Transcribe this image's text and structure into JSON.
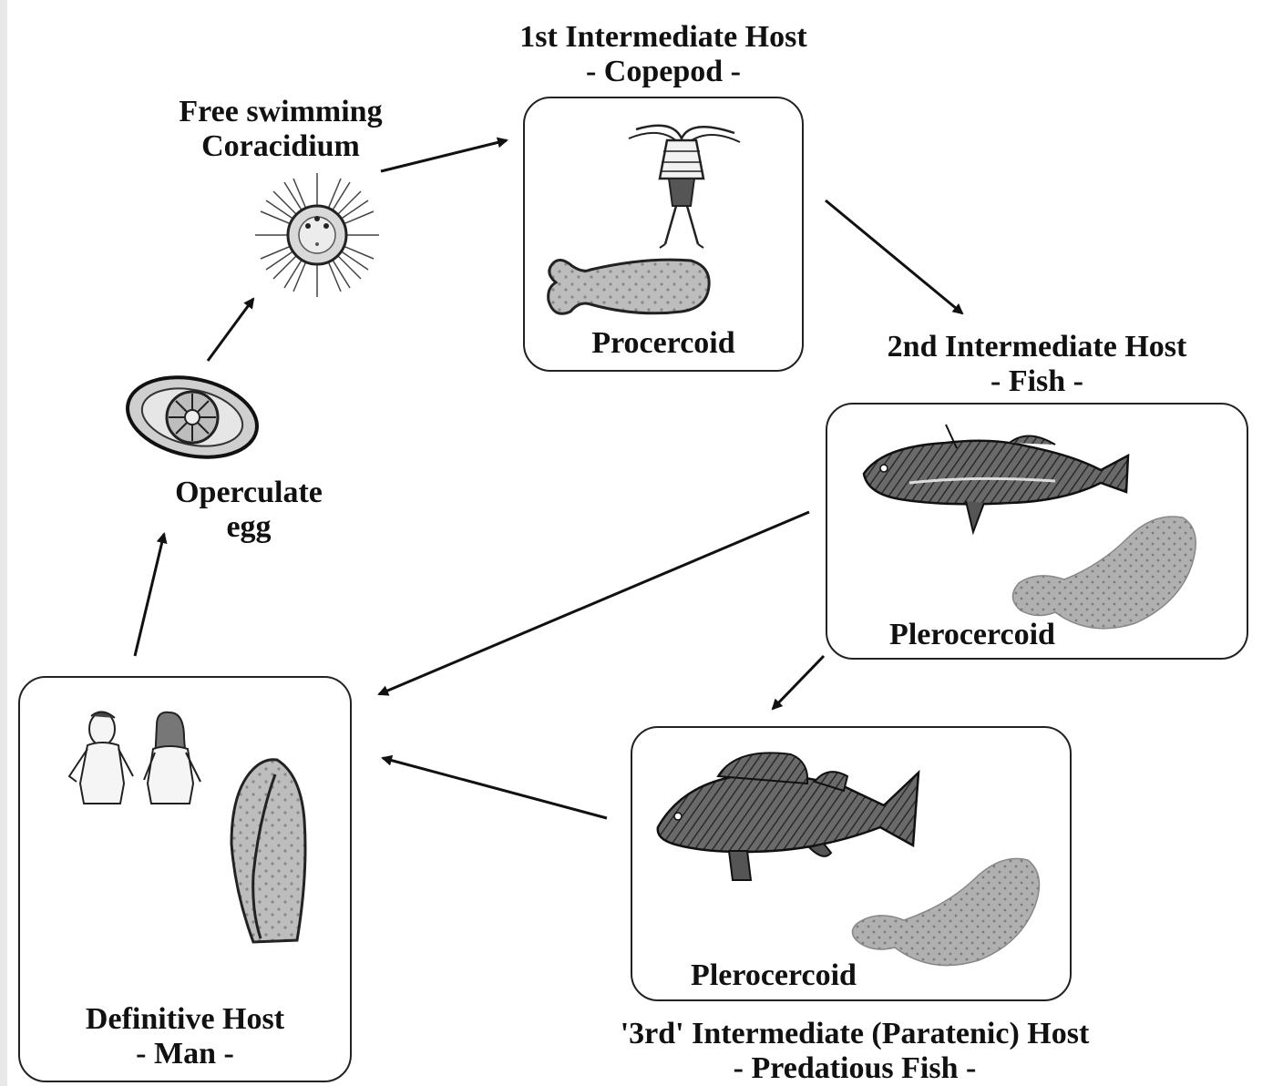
{
  "stages": {
    "coracidium": {
      "line1": "Free swimming",
      "line2": "Coracidium"
    },
    "copepod_host": {
      "line1": "1st Intermediate Host",
      "line2": "- Copepod -",
      "larva": "Procercoid"
    },
    "fish_host": {
      "line1": "2nd Intermediate Host",
      "line2": "- Fish -",
      "larva": "Plerocercoid"
    },
    "paratenic_host": {
      "line1": "'3rd' Intermediate (Paratenic) Host",
      "line2": "- Predatious Fish -",
      "larva": "Plerocercoid"
    },
    "definitive_host": {
      "line1": "Definitive Host",
      "line2": "- Man -"
    },
    "egg": {
      "line1": "Operculate",
      "line2": "egg"
    }
  }
}
